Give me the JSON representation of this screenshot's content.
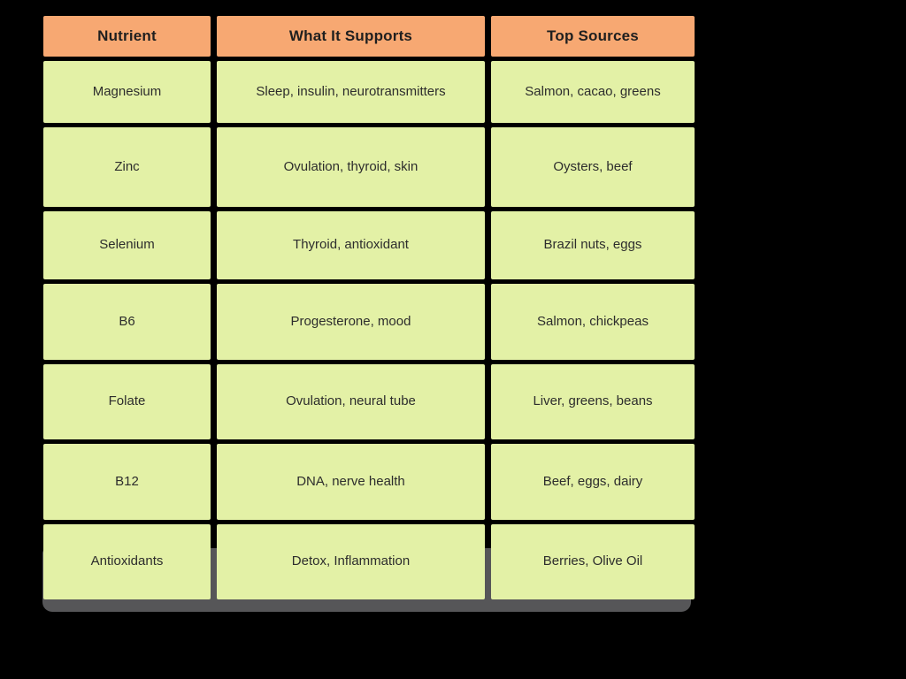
{
  "colors": {
    "background": "#000000",
    "header_bg": "#F7A872",
    "row_bg": "#E3F1A6",
    "header_text": "#1F1F1F",
    "row_text": "#2D2D2D",
    "shadow": "#565658"
  },
  "table": {
    "columns": [
      "Nutrient",
      "What It Supports",
      "Top Sources"
    ],
    "rows": [
      {
        "nutrient": "Magnesium",
        "supports": "Sleep, insulin, neurotransmitters",
        "sources": "Salmon, cacao, greens"
      },
      {
        "nutrient": "Zinc",
        "supports": "Ovulation, thyroid, skin",
        "sources": "Oysters, beef"
      },
      {
        "nutrient": "Selenium",
        "supports": "Thyroid, antioxidant",
        "sources": "Brazil nuts, eggs"
      },
      {
        "nutrient": "B6",
        "supports": "Progesterone, mood",
        "sources": "Salmon, chickpeas"
      },
      {
        "nutrient": "Folate",
        "supports": "Ovulation, neural tube",
        "sources": "Liver, greens, beans"
      },
      {
        "nutrient": "B12",
        "supports": "DNA, nerve health",
        "sources": "Beef, eggs, dairy"
      },
      {
        "nutrient": "Antioxidants",
        "supports": "Detox, Inflammation",
        "sources": "Berries, Olive Oil"
      }
    ]
  },
  "chart_data": {
    "type": "table",
    "columns": [
      "Nutrient",
      "What It Supports",
      "Top Sources"
    ],
    "rows": [
      [
        "Magnesium",
        "Sleep, insulin, neurotransmitters",
        "Salmon, cacao, greens"
      ],
      [
        "Zinc",
        "Ovulation, thyroid, skin",
        "Oysters, beef"
      ],
      [
        "Selenium",
        "Thyroid, antioxidant",
        "Brazil nuts, eggs"
      ],
      [
        "B6",
        "Progesterone, mood",
        "Salmon, chickpeas"
      ],
      [
        "Folate",
        "Ovulation, neural tube",
        "Liver, greens, beans"
      ],
      [
        "B12",
        "DNA, nerve health",
        "Beef, eggs, dairy"
      ],
      [
        "Antioxidants",
        "Detox, Inflammation",
        "Berries, Olive Oil"
      ]
    ],
    "title": "",
    "layout_hints": {
      "header_fill": "#F7A872",
      "row_fill": "#E3F1A6",
      "gutter_color": "#000000",
      "drop_shadow": "#565658"
    }
  }
}
